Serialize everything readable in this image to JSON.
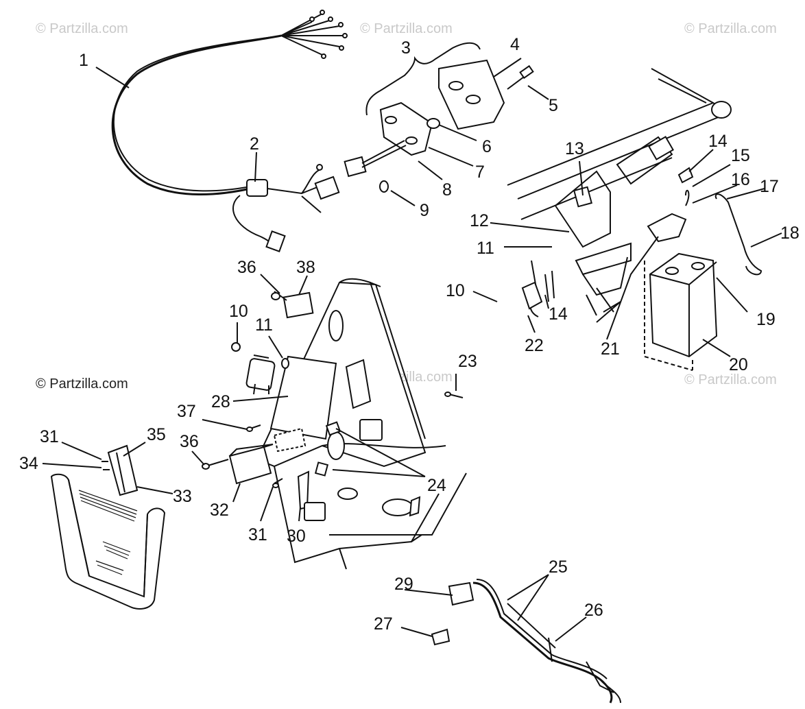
{
  "watermarks": {
    "light": [
      "© Partzilla.com",
      "© Partzilla.com",
      "© Partzilla.com",
      "© Partzilla.com",
      "© Partzilla.com"
    ],
    "dark": "© Partzilla.com"
  },
  "callouts": [
    "1",
    "2",
    "3",
    "4",
    "5",
    "6",
    "7",
    "8",
    "9",
    "10",
    "11",
    "12",
    "13",
    "14",
    "15",
    "16",
    "17",
    "18",
    "19",
    "20",
    "21",
    "22",
    "23",
    "24",
    "25",
    "26",
    "27",
    "28",
    "29",
    "30",
    "31",
    "32",
    "33",
    "34",
    "35",
    "36",
    "37",
    "38",
    "10",
    "11",
    "14",
    "36",
    "31"
  ]
}
